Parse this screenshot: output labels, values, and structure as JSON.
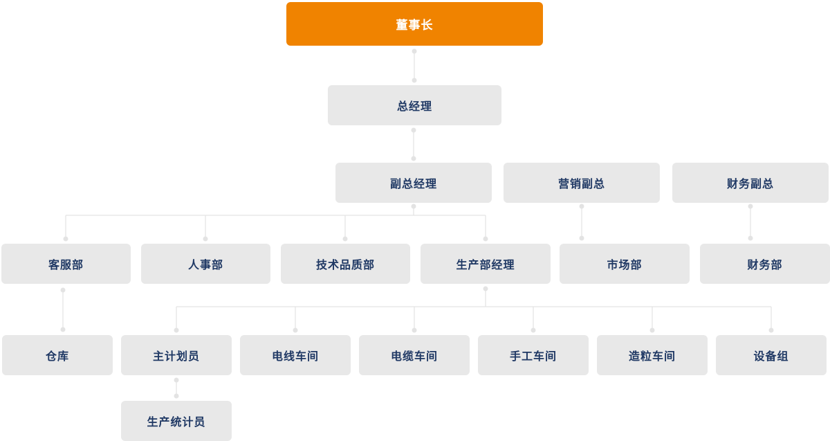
{
  "org_chart": {
    "type": "organization-chart",
    "colors": {
      "root_node_bg": "#f08300",
      "root_node_text": "#ffffff",
      "node_bg": "#e8e8e8",
      "node_text": "#1f3864",
      "connector_line": "#e3e3e3",
      "connector_dot": "#e3e3e3",
      "background": "#ffffff"
    },
    "nodes": {
      "chairman": {
        "label": "董事长"
      },
      "general_manager": {
        "label": "总经理"
      },
      "deputy_gm": {
        "label": "副总经理"
      },
      "marketing_vp": {
        "label": "营销副总"
      },
      "finance_vp": {
        "label": "财务副总"
      },
      "customer_service_dept": {
        "label": "客服部"
      },
      "hr_dept": {
        "label": "人事部"
      },
      "tech_quality_dept": {
        "label": "技术品质部"
      },
      "production_manager": {
        "label": "生产部经理"
      },
      "market_dept": {
        "label": "市场部"
      },
      "finance_dept": {
        "label": "财务部"
      },
      "warehouse": {
        "label": "仓库"
      },
      "chief_planner": {
        "label": "主计划员"
      },
      "wire_workshop": {
        "label": "电线车间"
      },
      "cable_workshop": {
        "label": "电缆车间"
      },
      "manual_workshop": {
        "label": "手工车间"
      },
      "granulation_workshop": {
        "label": "造粒车间"
      },
      "equipment_group": {
        "label": "设备组"
      },
      "production_statistician": {
        "label": "生产统计员"
      }
    },
    "edges": [
      {
        "from": "chairman",
        "to": "general_manager"
      },
      {
        "from": "general_manager",
        "to": "deputy_gm"
      },
      {
        "from": "deputy_gm",
        "to": "customer_service_dept"
      },
      {
        "from": "deputy_gm",
        "to": "hr_dept"
      },
      {
        "from": "deputy_gm",
        "to": "tech_quality_dept"
      },
      {
        "from": "deputy_gm",
        "to": "production_manager"
      },
      {
        "from": "marketing_vp",
        "to": "market_dept"
      },
      {
        "from": "finance_vp",
        "to": "finance_dept"
      },
      {
        "from": "customer_service_dept",
        "to": "warehouse"
      },
      {
        "from": "production_manager",
        "to": "chief_planner"
      },
      {
        "from": "production_manager",
        "to": "wire_workshop"
      },
      {
        "from": "production_manager",
        "to": "cable_workshop"
      },
      {
        "from": "production_manager",
        "to": "manual_workshop"
      },
      {
        "from": "production_manager",
        "to": "granulation_workshop"
      },
      {
        "from": "production_manager",
        "to": "equipment_group"
      },
      {
        "from": "chief_planner",
        "to": "production_statistician"
      }
    ]
  }
}
